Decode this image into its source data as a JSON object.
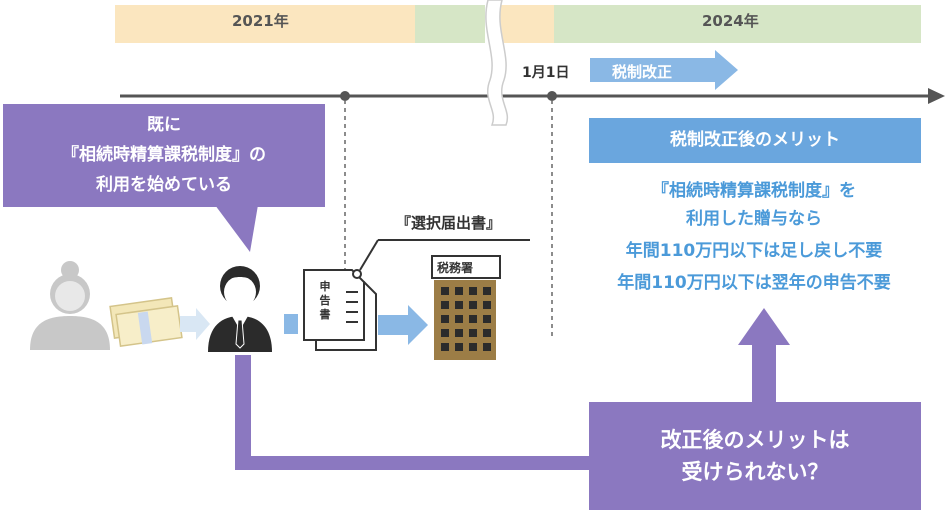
{
  "timeline": {
    "year_left": "2021年",
    "year_right": "2024年",
    "date_label": "1月1日",
    "reform_arrow_label": "税制改正"
  },
  "callout_top_left": {
    "lines": [
      "既に",
      "『相続時精算課税制度』の",
      "利用を始めている"
    ]
  },
  "document": {
    "label": "『選択届出書』",
    "doc_text": "申告書"
  },
  "tax_office": {
    "sign": "税務署"
  },
  "merits": {
    "header": "税制改正後のメリット",
    "lines": [
      "『相続時精算課税制度』を",
      "利用した贈与なら",
      "年間110万円以下は足し戻し不要",
      "年間110万円以下は翌年の申告不要"
    ]
  },
  "question_box": {
    "lines": [
      "改正後のメリットは",
      "受けられない？"
    ]
  },
  "icons": [
    "grandmother-icon",
    "money-bundle-icon",
    "man-icon",
    "tax-return-document-icon",
    "tax-office-building-icon"
  ],
  "colors": {
    "year_band_2021": "#fbe6bf",
    "year_band_green": "#d6e6c6",
    "arrow_blue": "#8ab8e5",
    "merit_header": "#6aa6de",
    "merit_text": "#4b9ad9",
    "purple": "#8b78c0",
    "building": "#9c7d46"
  }
}
